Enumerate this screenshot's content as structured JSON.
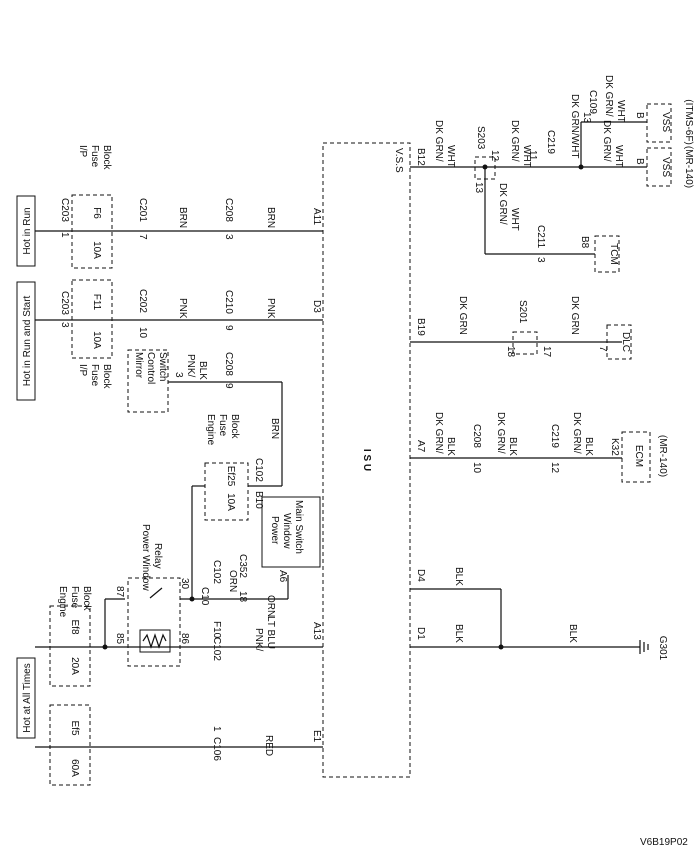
{
  "title_code": "V6B19P02",
  "power": {
    "hot_at_all_times": "Hot at All Times",
    "hot_in_run_and_start": "Hot in Run and Start",
    "hot_in_run": "Hot in Run"
  },
  "fuses": {
    "ef5": {
      "name": "Ef5",
      "rating": "60A"
    },
    "ef8": {
      "name": "Ef8",
      "rating": "20A"
    },
    "f11": {
      "name": "F11",
      "rating": "10A"
    },
    "f6": {
      "name": "F6",
      "rating": "10A"
    },
    "ef25": {
      "name": "Ef25",
      "rating": "10A"
    }
  },
  "blocks": {
    "engine_fuse_block": [
      "Engine",
      "Fuse",
      "Block"
    ],
    "ip_fuse_block": [
      "I/P",
      "Fuse",
      "Block"
    ],
    "power_window_relay": [
      "Power Window",
      "Relay"
    ],
    "mirror_control_switch": [
      "Mirror",
      "Control",
      "Switch"
    ],
    "power_window_main_switch": [
      "Power",
      "Window",
      "Main Switch"
    ],
    "isu": "I S U"
  },
  "relay_pins": {
    "p87": "87",
    "p85": "85",
    "p86": "86",
    "p30": "30"
  },
  "connectors": {
    "c106": "C106",
    "c102": "C102",
    "c352": "C352",
    "c203": "C203",
    "c202": "C202",
    "c201": "C201",
    "c210": "C210",
    "c208": "C208",
    "c219": "C219",
    "c211": "C211",
    "c109": "C109",
    "s201": "S201",
    "s203": "S203"
  },
  "pins": {
    "e1": "E1",
    "a13": "A13",
    "a11": "A11",
    "d3": "D3",
    "d1": "D1",
    "d4": "D4",
    "a7": "A7",
    "b19": "B19",
    "b12": "B12",
    "f10": "F10",
    "c10": "C10",
    "b10": "B10",
    "a6": "A6",
    "k32": "K32",
    "b8": "B8",
    "n1": "1",
    "n3": "3",
    "n7": "7",
    "n9": "9",
    "n10": "10",
    "n11": "11",
    "n12": "12",
    "n13": "13",
    "n17": "17",
    "n18": "18",
    "nb": "B"
  },
  "wires": {
    "red": "RED",
    "pnk_lt_blu": [
      "PNK/",
      "LT BLU"
    ],
    "orn": "ORN",
    "brn": "BRN",
    "pnk": "PNK",
    "pnk_blk": [
      "PNK/",
      "BLK"
    ],
    "blk": "BLK",
    "dk_grn": "DK GRN",
    "dk_grn_blk": [
      "DK GRN/",
      "BLK"
    ],
    "dk_grn_wht": [
      "DK GRN/",
      "WHT"
    ],
    "dk_grn_wht_one": "DK GRN/WHT",
    "vss_label": "V.S.S"
  },
  "components": {
    "ground": "G301",
    "dlc": "DLC",
    "tcm": "TCM",
    "ecm": [
      "ECM",
      "(MR-140)"
    ],
    "vss_mr140": [
      "VSS",
      "(MR-140)"
    ],
    "vss_itms": [
      "VSS",
      "(ITMS-6F)"
    ]
  }
}
